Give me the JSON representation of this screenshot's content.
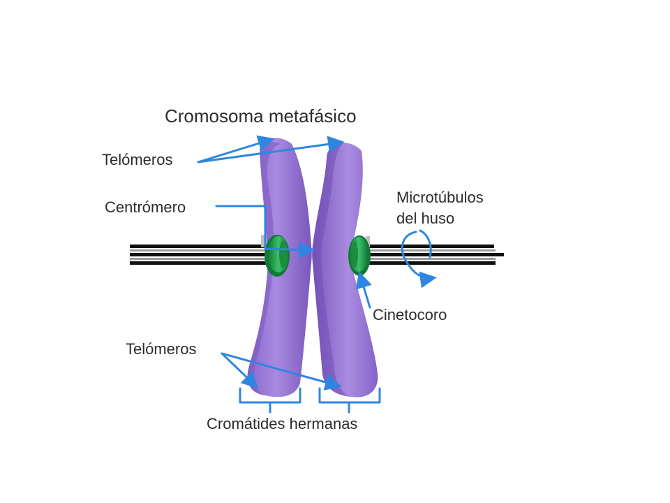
{
  "diagram": {
    "title": "Cromosoma metafásico",
    "labels": {
      "telomeres_top": "Telómeros",
      "centromere": "Centrómero",
      "spindle_microtubules_line1": "Microtúbulos",
      "spindle_microtubules_line2": "del huso",
      "kinetochore": "Cinetocoro",
      "telomeres_bottom": "Telómeros",
      "sister_chromatids": "Cromátides hermanas"
    },
    "colors": {
      "chromatid": "#9a78d8",
      "chromatid_shade": "#7c58bf",
      "kinetochore": "#22a04a",
      "microtubule": "#111111",
      "leader": "#2f86e0"
    }
  }
}
